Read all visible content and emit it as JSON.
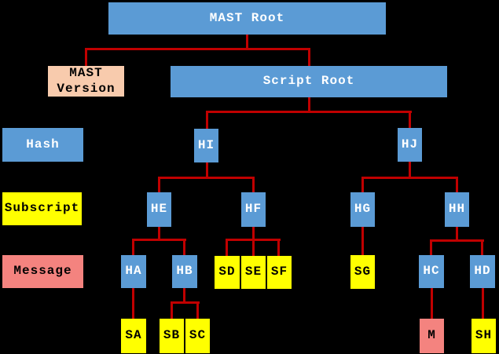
{
  "diagram": {
    "description": "MAST tree structure diagram",
    "colors": {
      "hash_blue": "#5b9bd5",
      "subscript_yellow": "#ffff00",
      "message_salmon": "#f4837f",
      "version_peach": "#f8cbad",
      "connector_red": "#c00000",
      "background": "#000000",
      "text_on_blue": "#ffffff",
      "text_on_light": "#000000"
    },
    "row_labels": {
      "hash": "Hash",
      "subscript": "Subscript",
      "message": "Message"
    },
    "nodes": {
      "mast_root": {
        "label": "MAST Root",
        "type": "hash"
      },
      "mast_version": {
        "label": "MAST Version",
        "type": "version"
      },
      "script_root": {
        "label": "Script Root",
        "type": "hash"
      },
      "hi": {
        "label": "HI",
        "type": "hash"
      },
      "hj": {
        "label": "HJ",
        "type": "hash"
      },
      "he": {
        "label": "HE",
        "type": "hash"
      },
      "hf": {
        "label": "HF",
        "type": "hash"
      },
      "hg": {
        "label": "HG",
        "type": "hash"
      },
      "hh": {
        "label": "HH",
        "type": "hash"
      },
      "ha": {
        "label": "HA",
        "type": "hash"
      },
      "hb": {
        "label": "HB",
        "type": "hash"
      },
      "sd": {
        "label": "SD",
        "type": "subscript"
      },
      "se": {
        "label": "SE",
        "type": "subscript"
      },
      "sf": {
        "label": "SF",
        "type": "subscript"
      },
      "sg": {
        "label": "SG",
        "type": "subscript"
      },
      "hc": {
        "label": "HC",
        "type": "hash"
      },
      "hd": {
        "label": "HD",
        "type": "hash"
      },
      "sa": {
        "label": "SA",
        "type": "subscript"
      },
      "sb": {
        "label": "SB",
        "type": "subscript"
      },
      "sc": {
        "label": "SC",
        "type": "subscript"
      },
      "m": {
        "label": "M",
        "type": "message"
      },
      "sh": {
        "label": "SH",
        "type": "subscript"
      }
    },
    "edges": [
      {
        "from": "mast_root",
        "to": "mast_version"
      },
      {
        "from": "mast_root",
        "to": "script_root"
      },
      {
        "from": "script_root",
        "to": "hi"
      },
      {
        "from": "script_root",
        "to": "hj"
      },
      {
        "from": "hi",
        "to": "he"
      },
      {
        "from": "hi",
        "to": "hf"
      },
      {
        "from": "hj",
        "to": "hg"
      },
      {
        "from": "hj",
        "to": "hh"
      },
      {
        "from": "he",
        "to": "ha"
      },
      {
        "from": "he",
        "to": "hb"
      },
      {
        "from": "hf",
        "to": "sd"
      },
      {
        "from": "hf",
        "to": "se"
      },
      {
        "from": "hf",
        "to": "sf"
      },
      {
        "from": "hg",
        "to": "sg"
      },
      {
        "from": "hh",
        "to": "hc"
      },
      {
        "from": "hh",
        "to": "hd"
      },
      {
        "from": "ha",
        "to": "sa"
      },
      {
        "from": "hb",
        "to": "sb"
      },
      {
        "from": "hb",
        "to": "sc"
      },
      {
        "from": "hc",
        "to": "m"
      },
      {
        "from": "hd",
        "to": "sh"
      }
    ]
  }
}
